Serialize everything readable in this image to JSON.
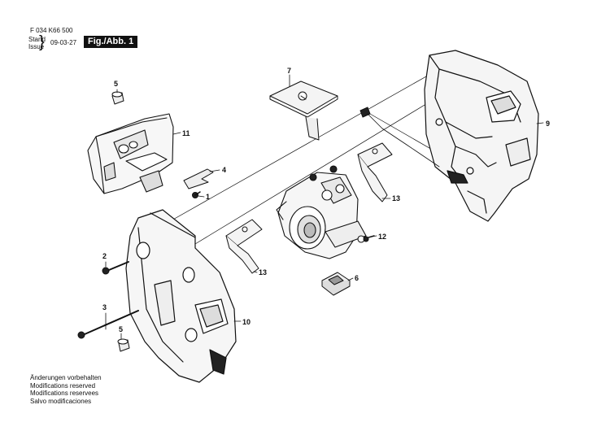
{
  "header": {
    "doc_number": "F 034 K66 500",
    "stand_label": "Stand",
    "issue_label": "Issue",
    "date": "09-03-27",
    "figure_label": "Fig./Abb. 1"
  },
  "callouts": {
    "c1": "1",
    "c2": "2",
    "c3": "3",
    "c4": "4",
    "c5a": "5",
    "c5b": "5",
    "c6": "6",
    "c7": "7",
    "c9": "9",
    "c10": "10",
    "c11": "11",
    "c12": "12",
    "c13a": "13",
    "c13b": "13"
  },
  "footer": {
    "lines": [
      "Änderungen vorbehalten",
      "Modifications reserved",
      "Modifications reservees",
      "Salvo modificaciones"
    ]
  }
}
